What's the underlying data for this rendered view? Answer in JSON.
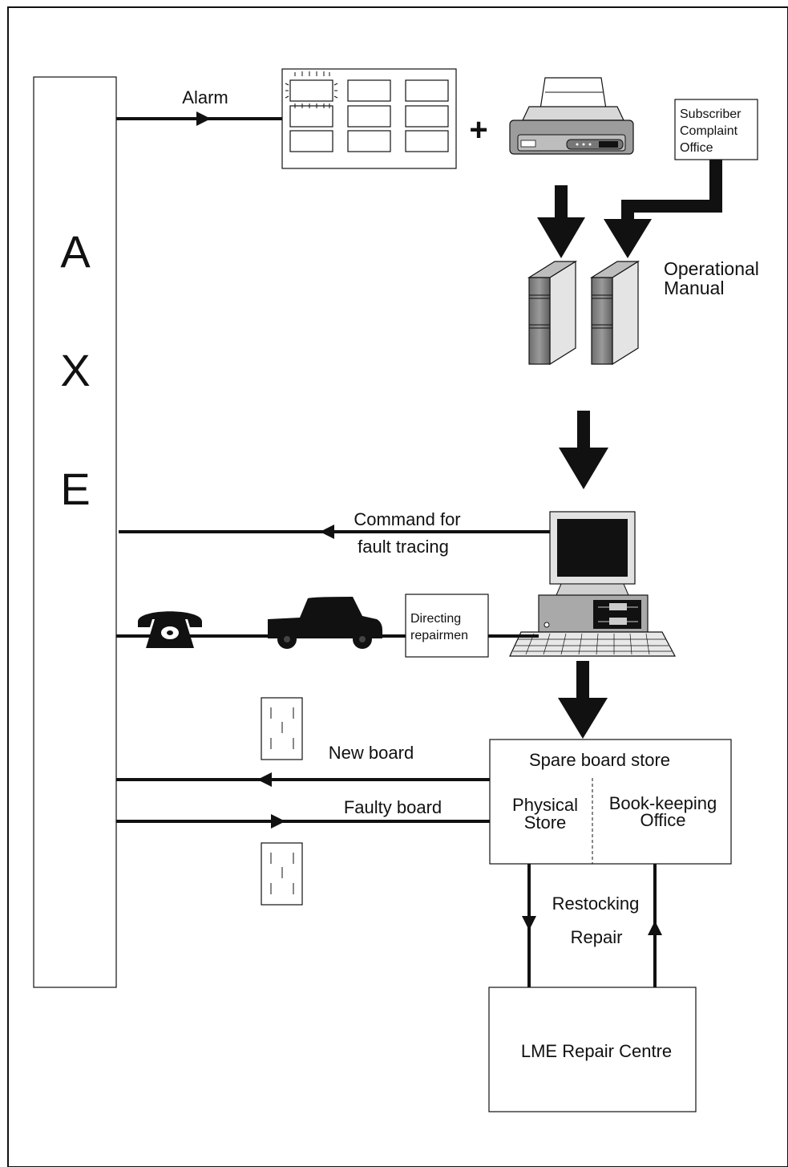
{
  "axe": {
    "letters": [
      "A",
      "X",
      "E"
    ]
  },
  "labels": {
    "alarm": "Alarm",
    "plus": "+",
    "subscriber_office": [
      "Subscriber",
      "Complaint",
      "Office"
    ],
    "operational_manual": [
      "Operational",
      "Manual"
    ],
    "command": [
      "Command for",
      "fault tracing"
    ],
    "directing": [
      "Directing",
      "repairmen"
    ],
    "new_board": "New board",
    "faulty_board": "Faulty board",
    "spare_store": "Spare board store",
    "physical_store": [
      "Physical",
      "Store"
    ],
    "bookkeeping": [
      "Book-keeping",
      "Office"
    ],
    "restocking": "Restocking",
    "repair": "Repair",
    "repair_centre": "LME Repair Centre"
  }
}
